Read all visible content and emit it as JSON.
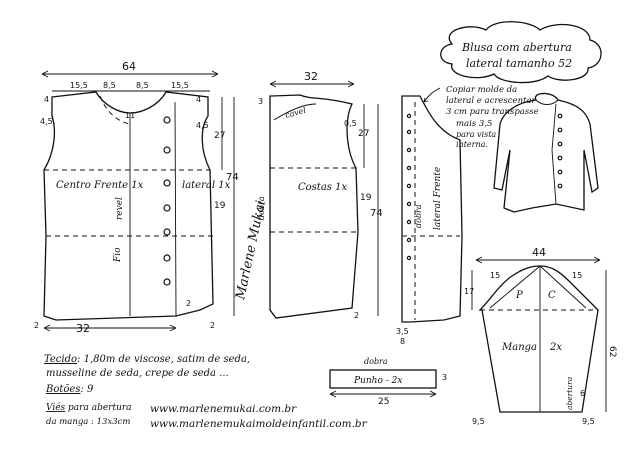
{
  "title": {
    "line1": "Blusa com abertura",
    "line2": "lateral tamanho 52"
  },
  "front": {
    "width_total": "64",
    "shoulder_left": "15,5",
    "neck_left": "8,5",
    "neck_right": "8,5",
    "shoulder_right": "15,5",
    "neck_depth": "11",
    "drop_left": "4",
    "drop_right": "4",
    "armhole_left": "4,5",
    "armhole_right": "4,5",
    "armhole_depth": "27",
    "length": "74",
    "side_mark": "19",
    "hem_corner": "2",
    "hem_corner_right": "2",
    "hem_side": "2",
    "hem_width": "32",
    "label_centro": "Centro Frente 1x",
    "label_lateral": "lateral 1x",
    "label_fio": "Fio",
    "label_revel": "revel"
  },
  "back": {
    "width_total": "32",
    "drop": "3",
    "armhole_off": "0,5",
    "armhole_depth": "27",
    "side_mark": "19",
    "length": "74",
    "hem_corner": "2",
    "label": "Costas 1x",
    "label_cavel": "cavel",
    "label_dobra": "dobra"
  },
  "lateral_piece": {
    "label": "lateral Frente",
    "label_dobra": "dobra",
    "corner_a": "3,5",
    "corner_b": "8"
  },
  "note": {
    "line1": "Copiar molde da",
    "line2": "lateral e acrescentar",
    "line3": "3 cm para transpasse",
    "line4": "mais 3,5",
    "line5": "para vista",
    "line6": "interna."
  },
  "sleeve": {
    "width": "44",
    "cap_left": "15",
    "cap_right": "15",
    "cap_height": "17",
    "p_label": "P",
    "c_label": "C",
    "label": "Manga",
    "count": "2x",
    "length": "62",
    "slit_label": "abertura",
    "slit": "6",
    "hem_left": "9,5",
    "hem_right": "9,5"
  },
  "cuff": {
    "fold_label": "dobra",
    "label": "Punho - 2x",
    "height": "3",
    "width": "25"
  },
  "signature": "Marlene Mukai",
  "materials": {
    "tecido_label": "Tecido",
    "tecido_text": ": 1,80m de viscose, satim de seda,",
    "tecido_line2": "musseline de seda, crepe de seda ...",
    "botoes_label": "Botões",
    "botoes_value": ": 9",
    "vies_label": "Viés",
    "vies_text": "para abertura",
    "vies_line2": "da manga : 13x3cm",
    "url1": "www.marlenemukai.com.br",
    "url2": "www.marlenemukaimoldeinfantil.com.br"
  }
}
